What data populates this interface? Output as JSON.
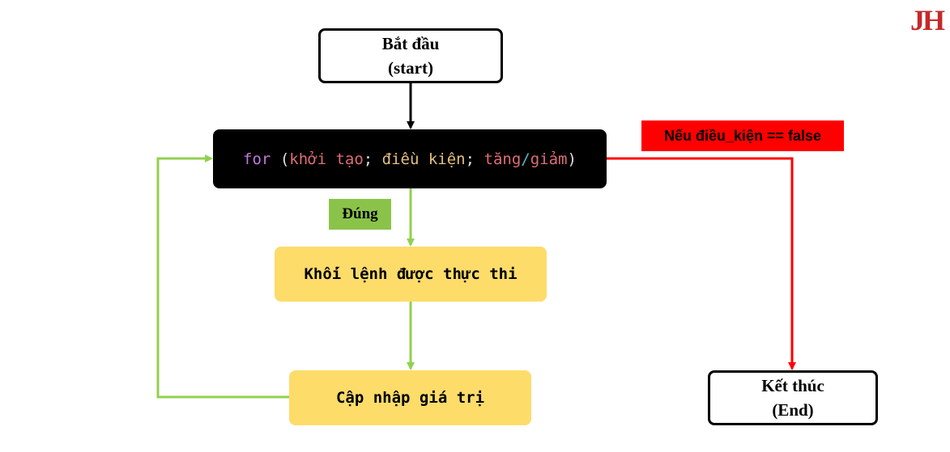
{
  "logo": "JH",
  "start": {
    "line1": "Bắt đầu",
    "line2": "(start)"
  },
  "loop": {
    "keyword": "for",
    "open": " (",
    "init": "khởi tạo",
    "sep1": "; ",
    "condition": "điều kiện",
    "sep2": "; ",
    "increment": "tăng",
    "slash": "/",
    "decrement": "giảm",
    "close": ")"
  },
  "true_label": "Đúng",
  "false_label": "Nếu điều_kiện == false",
  "body_block": "Khối lệnh được thực thi",
  "update_block": "Cập nhập giá trị",
  "end": {
    "line1": "Kết thúc",
    "line2": "(End)"
  },
  "colors": {
    "true_arrow": "#92d050",
    "false_arrow": "#ff0000",
    "block_fill": "#fddc6a",
    "loop_fill": "#000000"
  }
}
